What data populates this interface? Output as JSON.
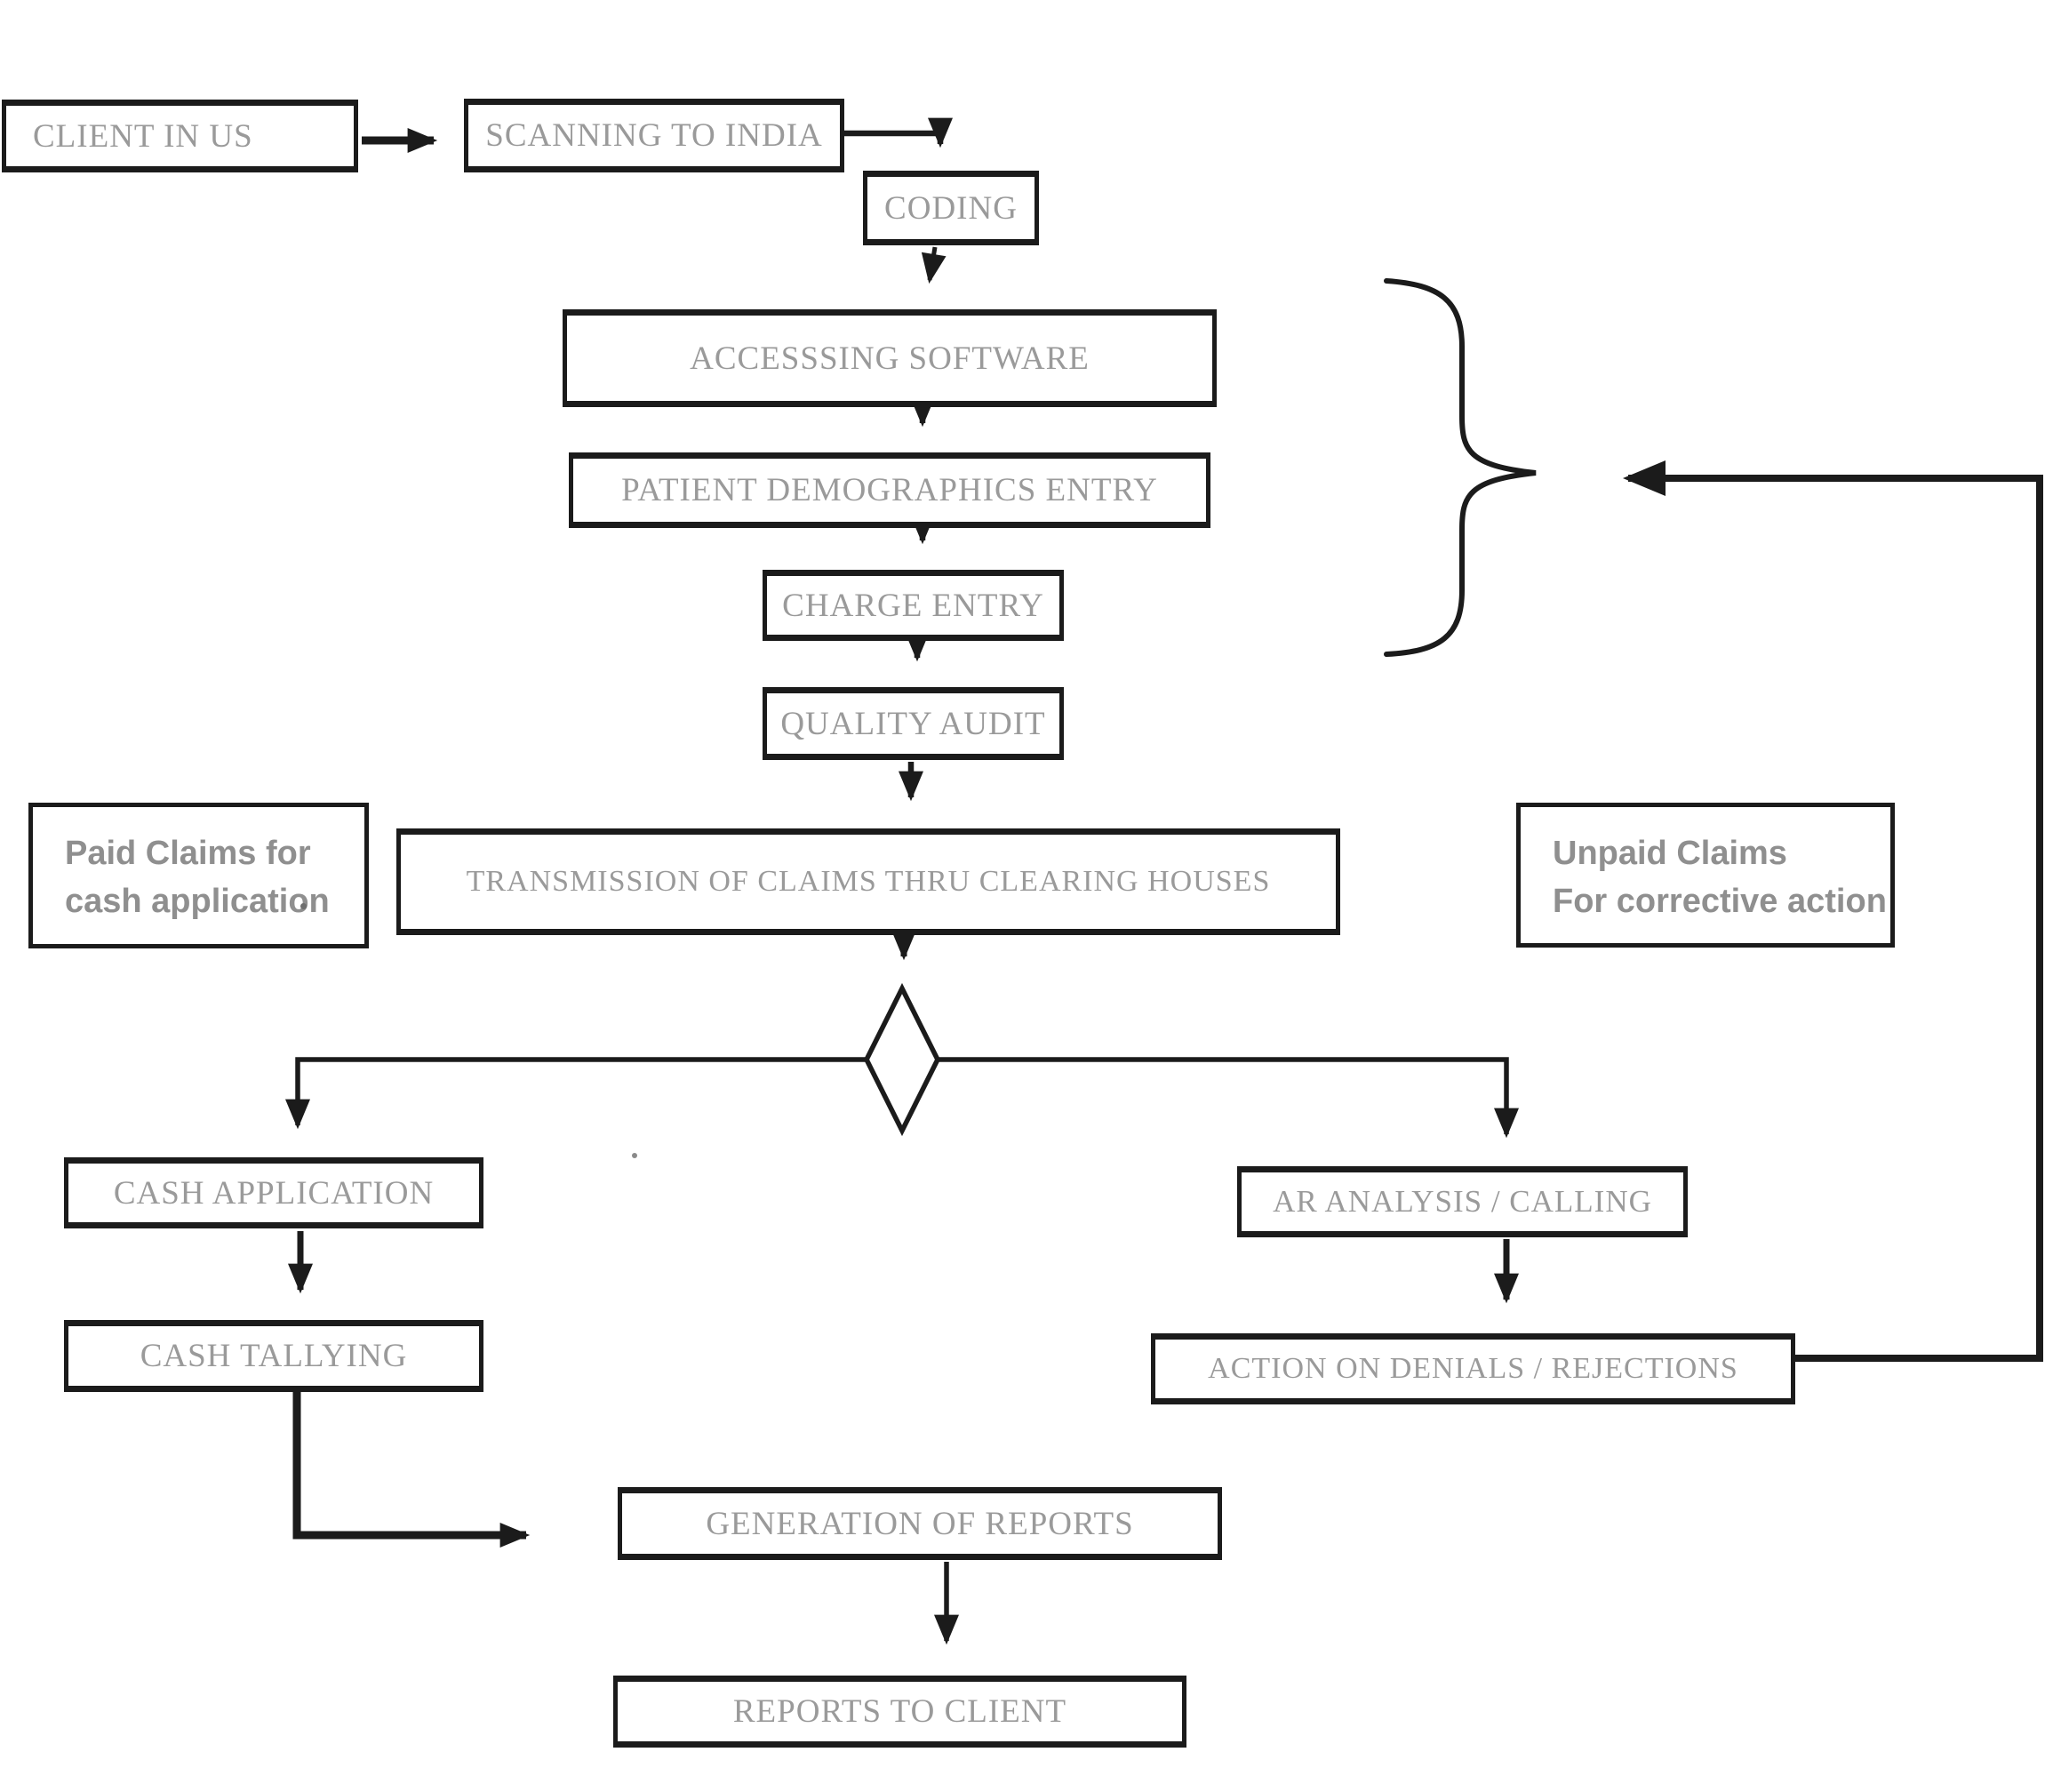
{
  "diagram": {
    "background_color": "#ffffff",
    "line_color": "#1b1b1b",
    "box_text_color": "#9a9a9a",
    "note_text_color": "#8f8f8f",
    "nodes": {
      "client": {
        "label": "CLIENT IN US"
      },
      "scanning": {
        "label": "SCANNING TO INDIA"
      },
      "coding": {
        "label": "CODING"
      },
      "accessing": {
        "label": "ACCESSSING SOFTWARE"
      },
      "patient": {
        "label": "PATIENT DEMOGRAPHICS ENTRY"
      },
      "charge": {
        "label": "CHARGE ENTRY"
      },
      "quality": {
        "label": "QUALITY AUDIT"
      },
      "transmission": {
        "label": "TRANSMISSION OF CLAIMS THRU CLEARING HOUSES"
      },
      "cash_application": {
        "label": "CASH APPLICATION"
      },
      "ar_analysis": {
        "label": "AR ANALYSIS / CALLING"
      },
      "cash_tallying": {
        "label": "CASH TALLYING"
      },
      "action_denials": {
        "label": "ACTION ON DENIALS / REJECTIONS"
      },
      "generation": {
        "label": "GENERATION OF REPORTS"
      },
      "reports": {
        "label": "REPORTS TO CLIENT"
      }
    },
    "notes": {
      "paid": {
        "line1": "Paid Claims for",
        "line2": "cash application"
      },
      "unpaid": {
        "line1": "Unpaid Claims",
        "line2": "For corrective action"
      }
    }
  }
}
